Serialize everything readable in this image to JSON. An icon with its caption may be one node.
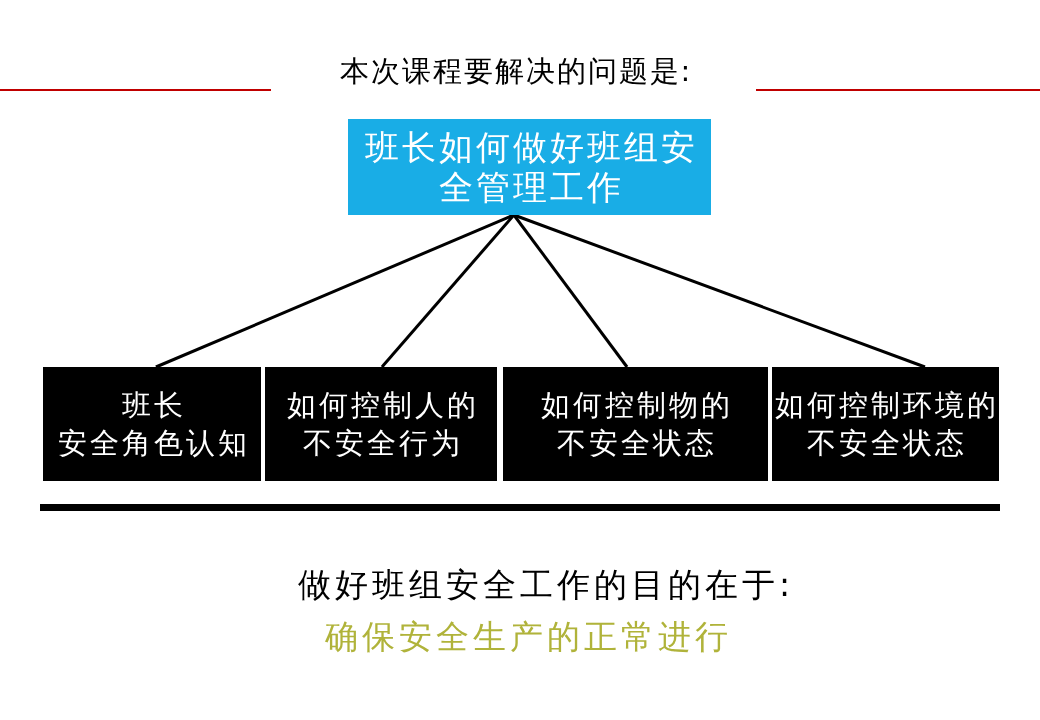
{
  "diagram": {
    "title": "本次课程要解决的问题是:",
    "nodes": [
      {
        "text": [
          "班长如何做好班组安全管理工作"
        ]
      },
      {
        "text": [
          "班长",
          "安全角色认知"
        ]
      },
      {
        "text": [
          "如何控制人的不安全行为"
        ]
      },
      {
        "text": [
          "如何控制物的不安全状态"
        ]
      },
      {
        "text": [
          "如何控制环境的不安全状态"
        ]
      }
    ],
    "edges": [
      {
        "from": 0,
        "to": 1,
        "arrow": "none"
      },
      {
        "from": 0,
        "to": 2,
        "arrow": "none"
      },
      {
        "from": 0,
        "to": 3,
        "arrow": "none"
      },
      {
        "from": 0,
        "to": 4,
        "arrow": "none"
      }
    ],
    "labels": [
      "做好班组安全工作的目的在于:",
      "确保安全生产的正常进行"
    ]
  }
}
